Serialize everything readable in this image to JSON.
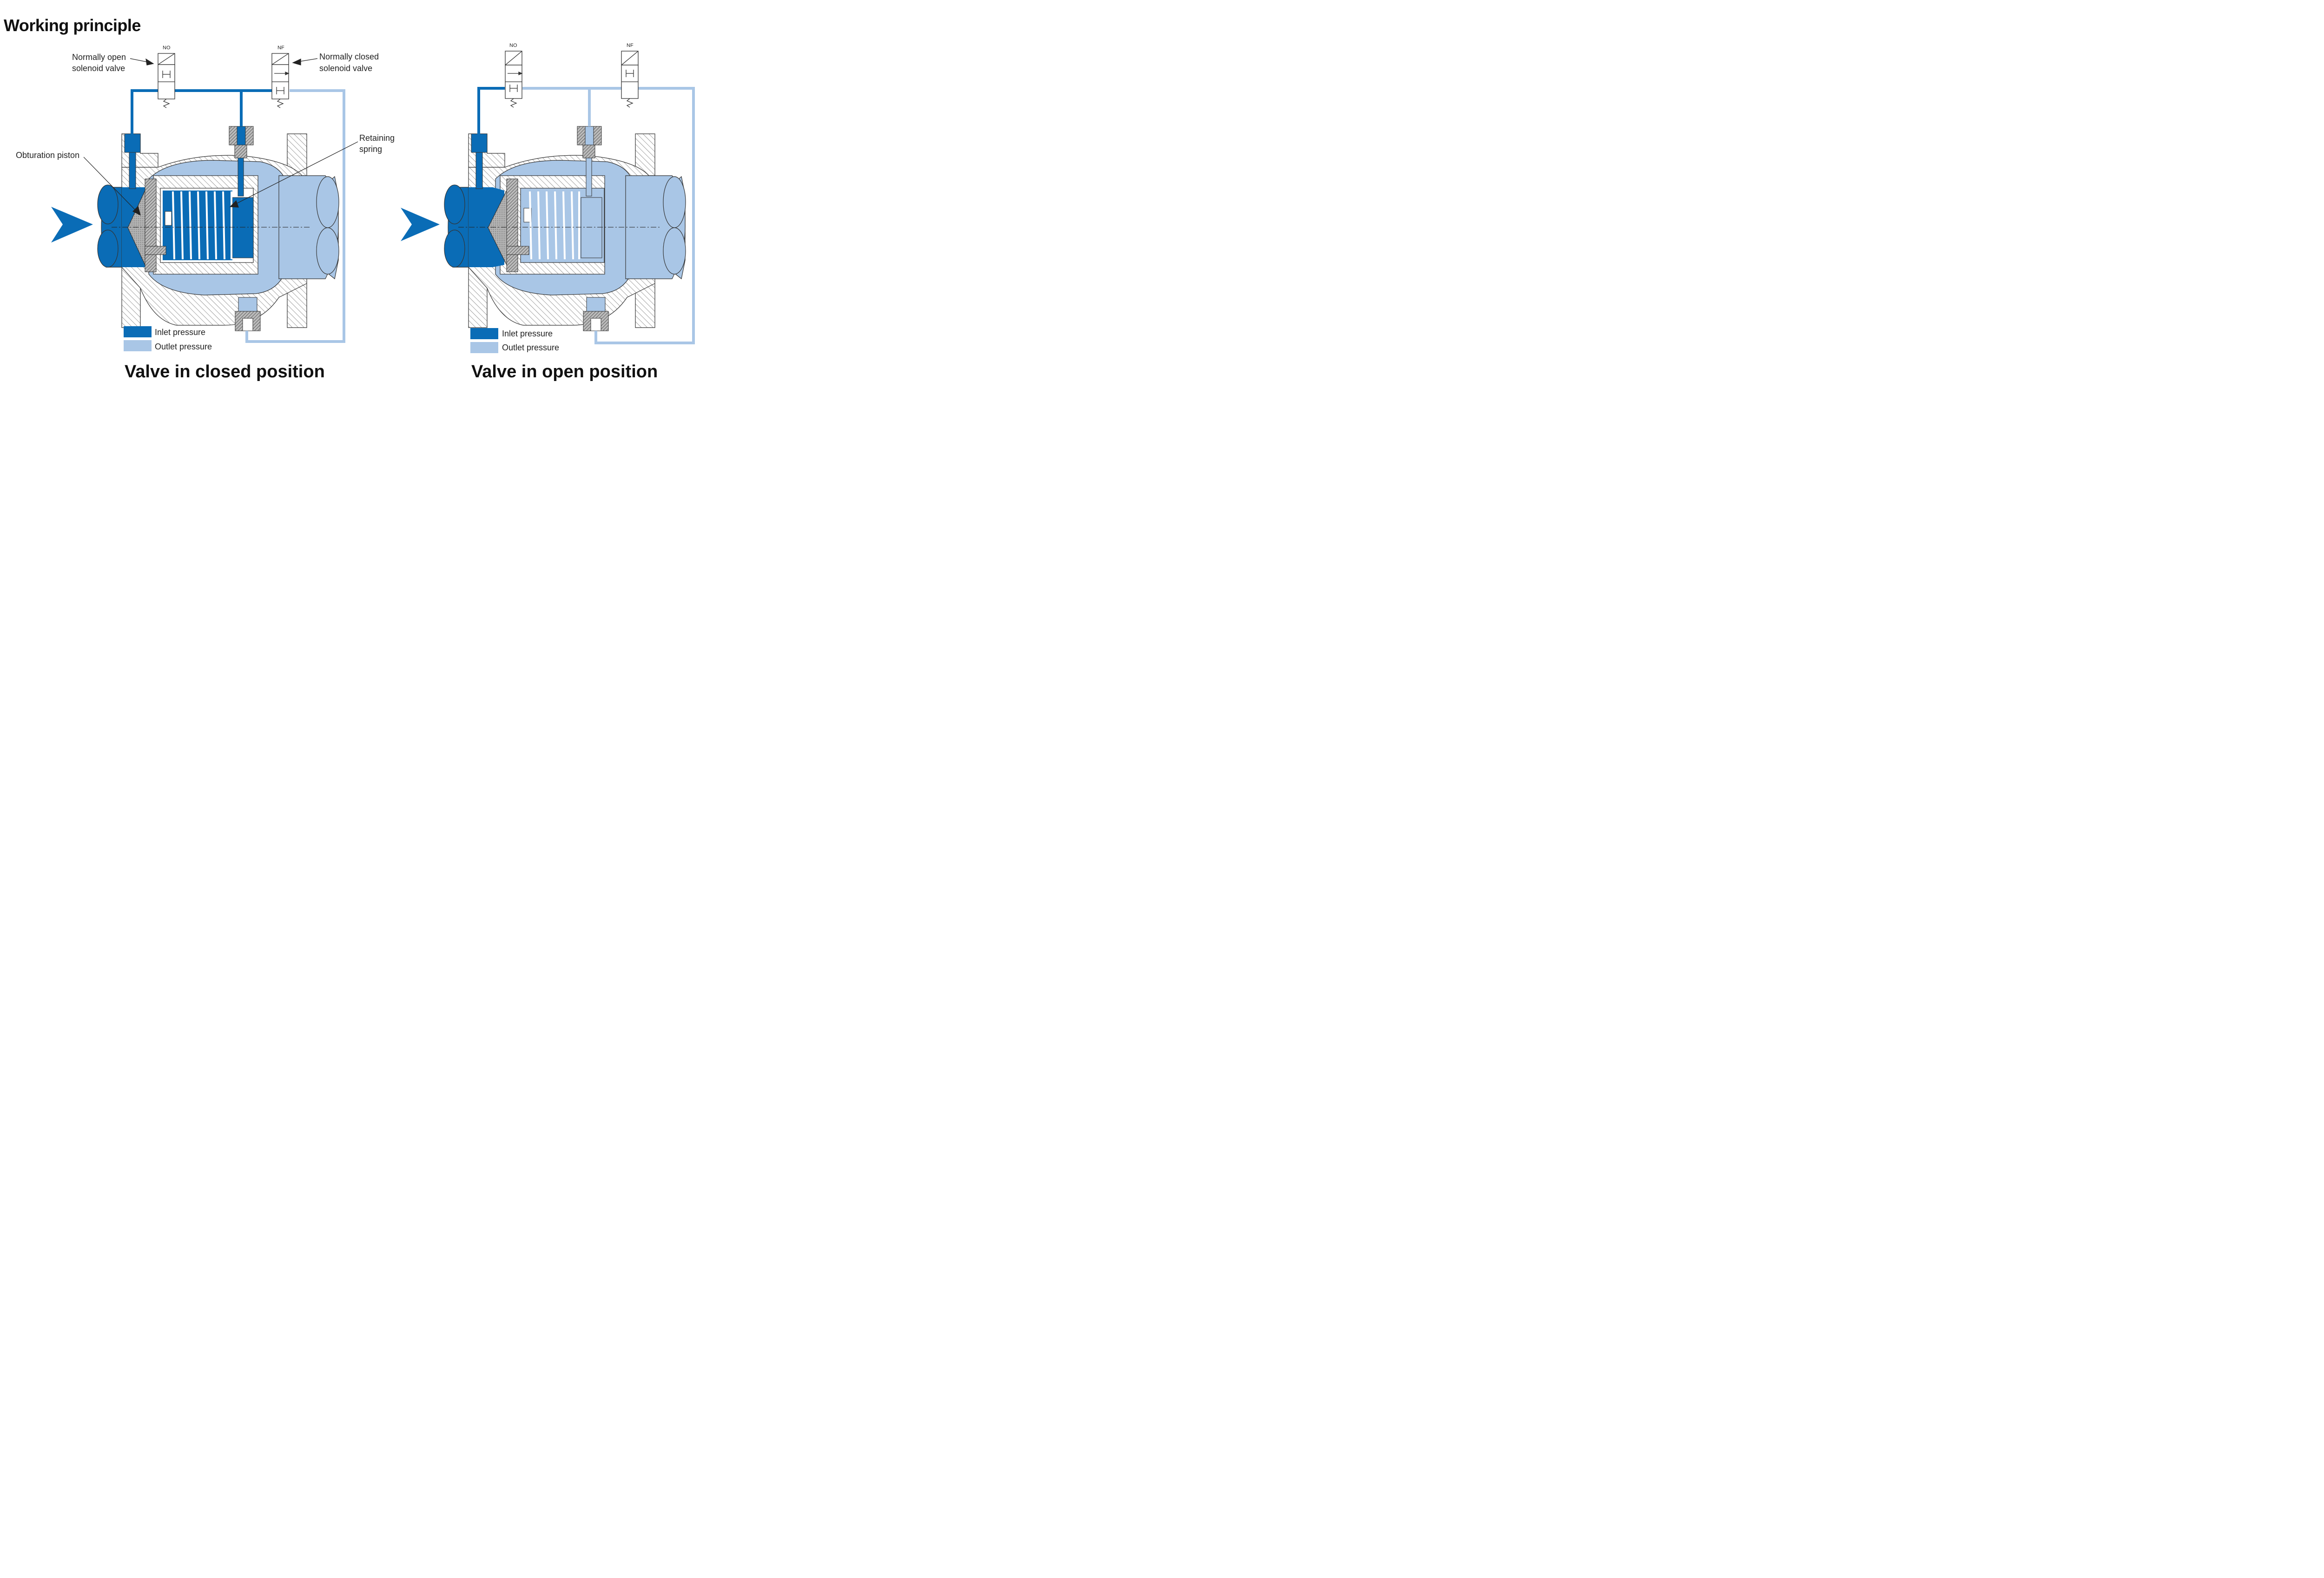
{
  "title": "Working principle",
  "colors": {
    "inlet": "#0a6cb6",
    "outlet": "#a9c6e6",
    "hatch": "#555555",
    "arrow": "#0a6cb6"
  },
  "closed": {
    "caption": "Valve in closed position",
    "no_tag": "NO",
    "nf_tag": "NF",
    "no_label": [
      "Normally open",
      "solenoid valve"
    ],
    "nc_label": [
      "Normally closed",
      "solenoid valve"
    ],
    "piston_label": "Obturation piston",
    "spring_label": [
      "Retaining",
      "spring"
    ],
    "legend_inlet": "Inlet pressure",
    "legend_outlet": "Outlet pressure"
  },
  "open": {
    "caption": "Valve in open position",
    "no_tag": "NO",
    "nf_tag": "NF",
    "legend_inlet": "Inlet pressure",
    "legend_outlet": "Outlet pressure"
  }
}
